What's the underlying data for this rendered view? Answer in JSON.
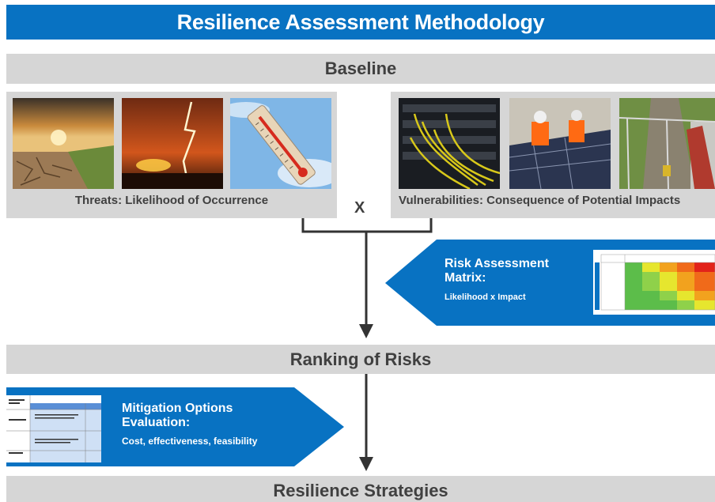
{
  "header": {
    "title": "Resilience Assessment Methodology"
  },
  "stages": {
    "baseline": "Baseline",
    "ranking": "Ranking of Risks",
    "strategies": "Resilience Strategies"
  },
  "threats": {
    "caption": "Threats: Likelihood of Occurrence",
    "images": [
      "drought-field-image",
      "wildfire-lightning-image",
      "thermometer-heat-image"
    ]
  },
  "vulnerabilities": {
    "caption": "Vulnerabilities: Consequence of Potential Impacts",
    "images": [
      "network-cables-image",
      "solar-panel-workers-image",
      "railway-fence-image"
    ]
  },
  "operator": "X",
  "risk_callout": {
    "title": "Risk Assessment Matrix:",
    "subtitle": "Likelihood x Impact"
  },
  "mitigation_callout": {
    "title": "Mitigation Options Evaluation:",
    "subtitle": "Cost, effectiveness, feasibility"
  },
  "colors": {
    "accent_blue": "#0872c2",
    "stage_grey": "#d6d6d6",
    "text_dark": "#404040"
  }
}
